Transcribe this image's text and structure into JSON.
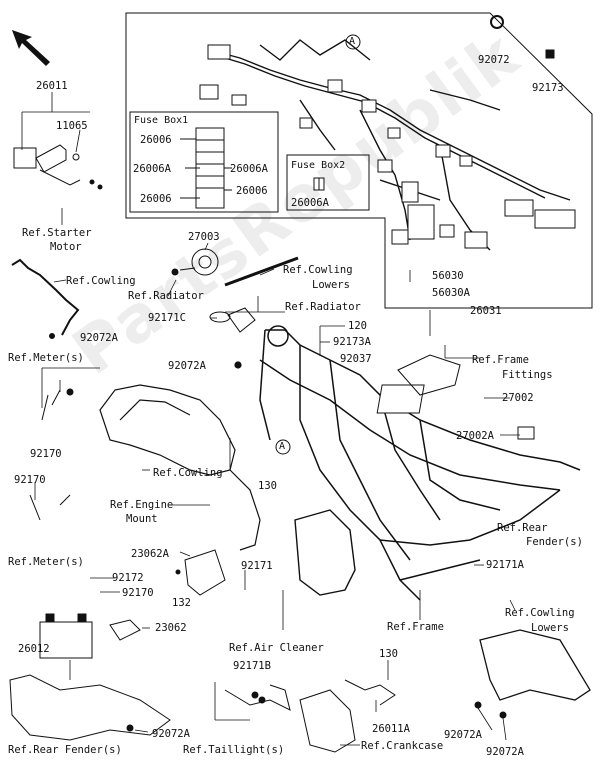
{
  "watermark": "PartsRepublik",
  "fuse_box1": {
    "title": "Fuse Box1",
    "parts": [
      "26006",
      "26006A",
      "26006A",
      "26006"
    ]
  },
  "fuse_box2": {
    "title": "Fuse Box2",
    "part": "26006A"
  },
  "callout_A": "A",
  "parts": {
    "p26011": "26011",
    "p11065": "11065",
    "p92072_top": "92072",
    "p92173": "92173",
    "p27003": "27003",
    "p92072A_left": "92072A",
    "p92171C": "92171C",
    "p120": "120",
    "p92173A": "92173A",
    "p92037": "92037",
    "p92072A_mid": "92072A",
    "p56030": "56030",
    "p56030A": "56030A",
    "p26031": "26031",
    "p27002": "27002",
    "p27002A": "27002A",
    "p92170_a": "92170",
    "p92170_b": "92170",
    "p130_mid": "130",
    "p23062A": "23062A",
    "p132": "132",
    "p92171": "92171",
    "p92171A": "92171A",
    "p92172": "92172",
    "p92170_c": "92170",
    "p23062": "23062",
    "p26012": "26012",
    "p92171B": "92171B",
    "p130_bot": "130",
    "p26011A": "26011A",
    "p92072A_b1": "92072A",
    "p92072A_b2": "92072A",
    "p92072A_b3": "92072A"
  },
  "refs": {
    "starter_motor_1": "Ref.Starter",
    "starter_motor_2": "Motor",
    "cowling_left": "Ref.Cowling",
    "radiator_1": "Ref.Radiator",
    "cowling_lowers_1": "Ref.Cowling",
    "cowling_lowers_2": "Lowers",
    "radiator_2": "Ref.Radiator",
    "meter_top": "Ref.Meter(s)",
    "frame_fittings_1": "Ref.Frame",
    "frame_fittings_2": "Fittings",
    "cowling_mid": "Ref.Cowling",
    "engine_mount_1": "Ref.Engine",
    "engine_mount_2": "Mount",
    "meter_bottom": "Ref.Meter(s)",
    "rear_fender_r1": "Ref.Rear",
    "rear_fender_r2": "Fender(s)",
    "cowling_lowers_r1": "Ref.Cowling",
    "cowling_lowers_r2": "Lowers",
    "frame": "Ref.Frame",
    "air_cleaner": "Ref.Air Cleaner",
    "rear_fender_bottom": "Ref.Rear Fender(s)",
    "taillight": "Ref.Taillight(s)",
    "crankcase": "Ref.Crankcase"
  }
}
